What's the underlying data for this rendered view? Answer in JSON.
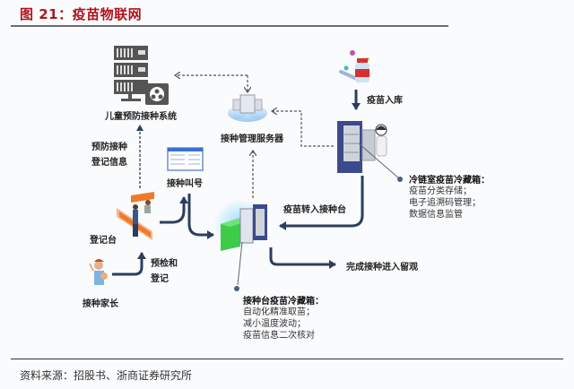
{
  "figure": {
    "title": "图 21：疫苗物联网",
    "source": "资料来源：招股书、浙商证券研究所"
  },
  "nodes": {
    "child_system": {
      "label": "儿童预防接种系统",
      "icon": "server-rack-icon"
    },
    "mgmt_server": {
      "label": "接种管理服务器",
      "icon": "cloud-server-icon"
    },
    "vaccine_storage": {
      "label": "疫苗入库",
      "icon": "vaccine-bottle-icon"
    },
    "call_number": {
      "label": "接种叫号",
      "icon": "display-screen-icon"
    },
    "registration_desk": {
      "label": "登记台",
      "icon": "registration-desk-icon"
    },
    "parent": {
      "label": "接种家长",
      "icon": "parent-with-child-icon"
    },
    "cold_room_fridge": {
      "icon": "cold-storage-fridge-icon"
    },
    "station_fridge": {
      "icon": "vaccination-station-icon"
    }
  },
  "edges": {
    "reg_info": {
      "line1": "预防接种",
      "line2": "登记信息"
    },
    "precheck": {
      "line1": "预检和",
      "line2": "登记"
    },
    "transfer": {
      "label": "疫苗转入接种台"
    },
    "complete": {
      "label": "完成接种进入留观"
    }
  },
  "notes": {
    "cold_room": {
      "title": "冷链室疫苗冷藏箱：",
      "lines": [
        "疫苗分类存储；",
        "电子追溯码管理；",
        "数据信息监管"
      ]
    },
    "station": {
      "title": "接种台疫苗冷藏箱：",
      "lines": [
        "自动化精准取苗；",
        "减小温度波动；",
        "疫苗信息二次核对"
      ]
    }
  },
  "colors": {
    "title_red": "#b0141c",
    "arrow_navy": "#2c3e5e",
    "dashed_gray": "#555555",
    "server_gray": "#555555",
    "fridge_navy": "#3b4a8a",
    "station_green": "#3ccc4a",
    "desk_orange": "#f07a2a"
  }
}
